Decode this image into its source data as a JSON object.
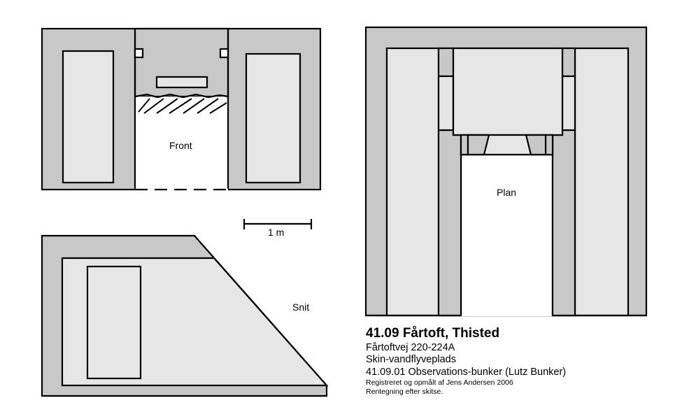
{
  "labels": {
    "front": "Front",
    "plan": "Plan",
    "section": "Snit",
    "scale": "1 m"
  },
  "title_block": {
    "title": "41.09 Fårtoft, Thisted",
    "lines": [
      "Fårtoftvej 220-224A",
      "Skin-vandflyveplads",
      "41.09.01 Observations-bunker (Lutz Bunker)"
    ],
    "small_lines": [
      "Registreret og opmålt af Jens Andersen 2006",
      "Rentegning efter skitse."
    ]
  },
  "colors": {
    "wall_fill": "#c8c8c8",
    "inner_fill": "#e6e6e6",
    "stroke": "#000000",
    "background": "#ffffff"
  }
}
